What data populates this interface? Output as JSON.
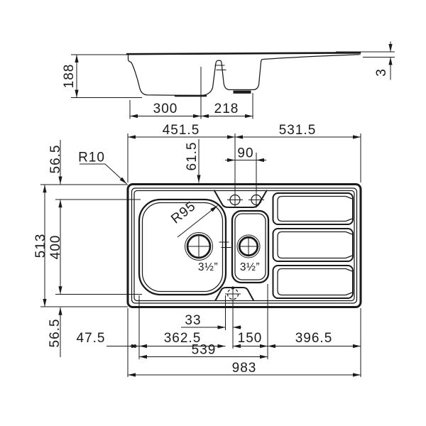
{
  "colors": {
    "background": "#ffffff",
    "line": "#1a1a1a"
  },
  "profile": {
    "depth": "188",
    "main_bowl_width": "300",
    "half_bowl_width": "218",
    "edge_thickness": "3"
  },
  "plan": {
    "left_span": "451.5",
    "right_span": "531.5",
    "tap_hole_spacing": "90",
    "tap_hole_offset": "61.5",
    "rim_corner_radius": "R10",
    "bowl_corner_radius": "R95",
    "main_drain_size": "3½”",
    "half_drain_size": "3½”",
    "top_margin": "56.5",
    "overall_depth": "513",
    "bowl_depth": "400",
    "bottom_margin": "56.5",
    "left_offset": "47.5",
    "bowl_gap": "33",
    "main_bowl_width": "362.5",
    "half_bowl_width": "150",
    "drainer_width": "396.5",
    "bowls_span": "539",
    "overall_width": "983"
  }
}
